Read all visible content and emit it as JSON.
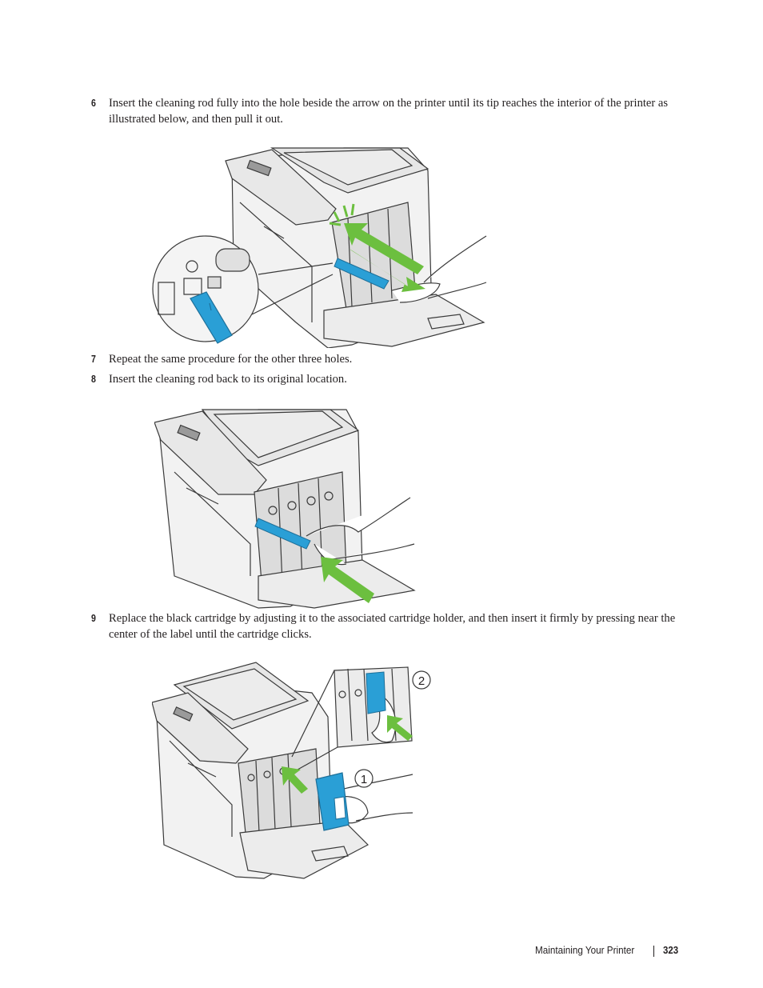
{
  "steps": [
    {
      "number": "6",
      "text": "Insert the cleaning rod fully into the hole beside the arrow on the printer until its tip reaches the interior of the printer as illustrated below, and then pull it out."
    },
    {
      "number": "7",
      "text": "Repeat the same procedure for the other three holes."
    },
    {
      "number": "8",
      "text": "Insert the cleaning rod back to its original location."
    },
    {
      "number": "9",
      "text": "Replace the black cartridge by adjusting it to the associated cartridge holder, and then insert it firmly by pressing near the center of the label until the cartridge clicks."
    }
  ],
  "figure3": {
    "callout_1": "1",
    "callout_2": "2"
  },
  "footer": {
    "section_title": "Maintaining Your Printer",
    "page_number": "323"
  },
  "colors": {
    "accent_blue": "#2a9fd6",
    "arrow_green": "#6cbf3f",
    "line": "#3a3a3a"
  }
}
